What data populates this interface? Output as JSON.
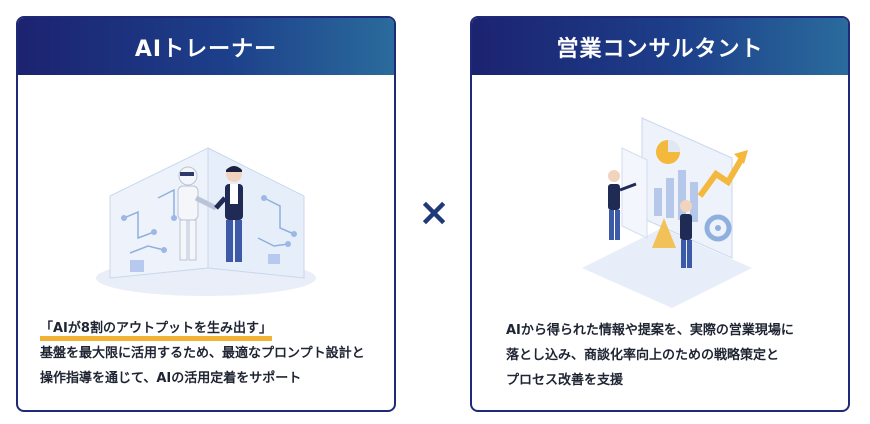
{
  "left_card": {
    "title": "AIトレーナー",
    "highlight": "「AIが8割のアウトプットを生み出す」",
    "line1": "基盤を最大限に活用するため、最適なプロンプト設計と",
    "line2": "操作指導を通じて、AIの活用定着をサポート"
  },
  "right_card": {
    "title": "営業コンサルタント",
    "line1": "AIから得られた情報や提案を、実際の営業現場に",
    "line2": "落とし込み、商談化率向上のための戦略策定と",
    "line3": "プロセス改善を支援"
  },
  "operator": "×",
  "colors": {
    "header_start": "#1c2370",
    "header_end": "#2a6b9c",
    "border": "#1e2a78",
    "highlight_underline": "#f2b233"
  }
}
